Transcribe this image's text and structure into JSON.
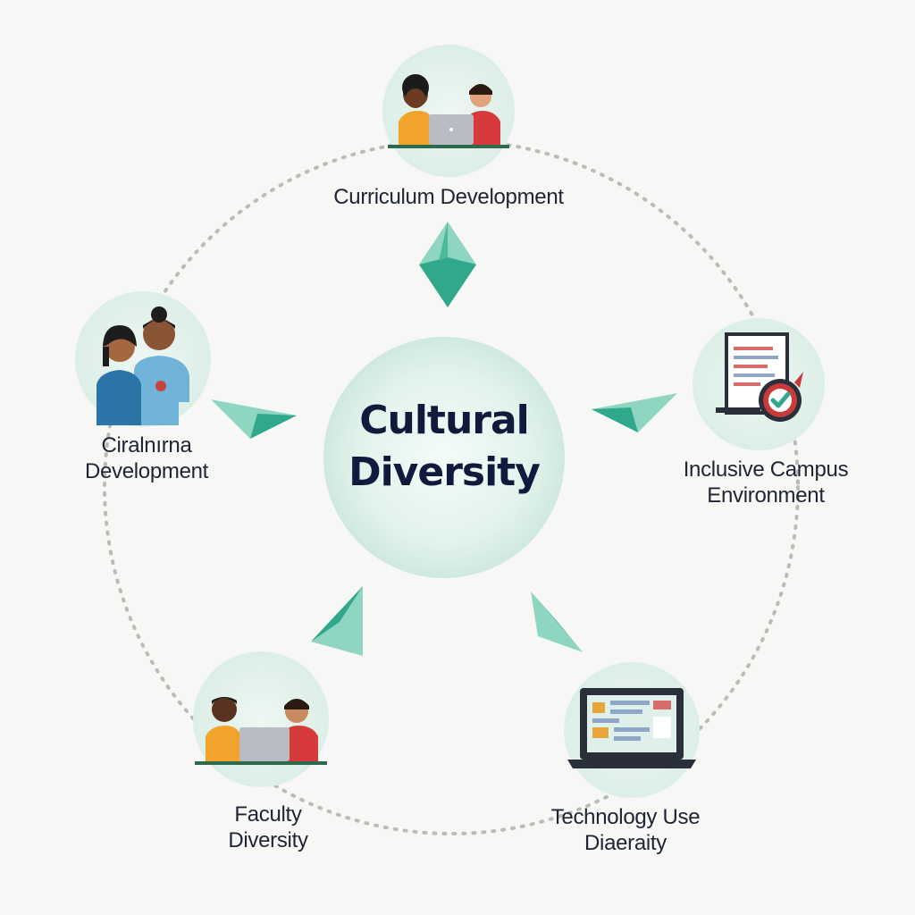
{
  "center": {
    "line1": "Cultural",
    "line2": "Diversity"
  },
  "nodes": [
    {
      "id": "top",
      "line1": "Curriculum Development",
      "line2": ""
    },
    {
      "id": "left",
      "line1": "Ciralnırna",
      "line2": "Development"
    },
    {
      "id": "right",
      "line1": "Inclusive Campus",
      "line2": "Environment"
    },
    {
      "id": "bottom-left",
      "line1": "Faculty",
      "line2": "Diversity"
    },
    {
      "id": "bottom-right",
      "line1": "Technology Use",
      "line2": "Diaeraity"
    }
  ],
  "colors": {
    "background": "#f7f8f6",
    "accent": "#2fa88b",
    "accent_light": "#bfe8da",
    "node_circle": "#e4f1ec",
    "text": "#1d2433",
    "center_text": "#0f1a3c"
  },
  "icons": {
    "top": "people-laptop-icon",
    "left": "two-people-icon",
    "right": "checklist-badge-icon",
    "bottom-left": "people-laptop-icon",
    "bottom-right": "laptop-screen-icon"
  }
}
